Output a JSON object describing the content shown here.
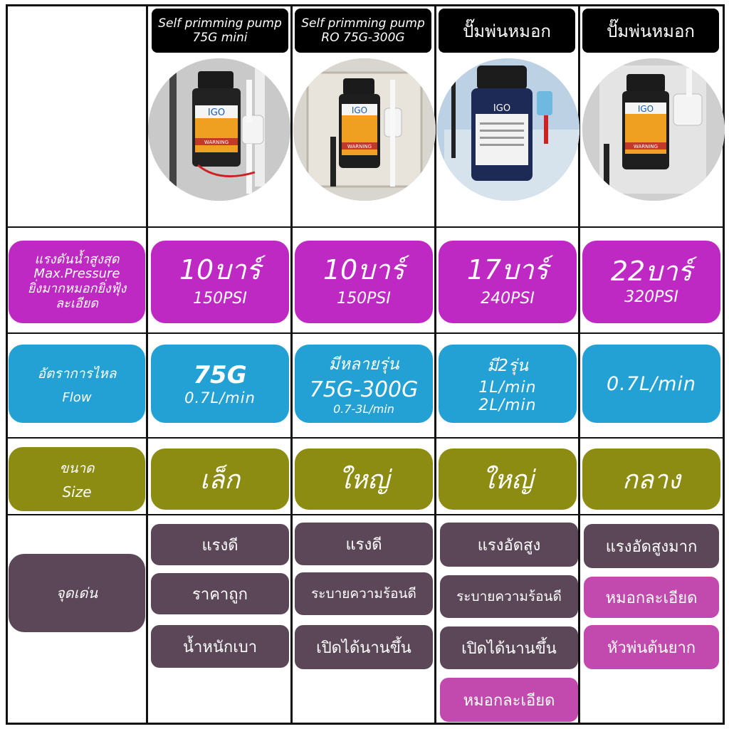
{
  "columns": [
    {
      "header": [
        "Self primming pump",
        "75G mini"
      ],
      "pressure": {
        "bar": "10บาร์",
        "psi": "150PSI"
      },
      "flow": [
        "75G",
        "0.7L/min"
      ],
      "size": "เล็ก",
      "features": [
        {
          "text": "แรงดี",
          "color": "plum"
        },
        {
          "text": "ราคาถูก",
          "color": "plum"
        },
        {
          "text": "น้ำหนักเบา",
          "color": "plum"
        }
      ]
    },
    {
      "header": [
        "Self primming pump",
        "RO 75G-300G"
      ],
      "pressure": {
        "bar": "10บาร์",
        "psi": "150PSI"
      },
      "flow": [
        "มีหลายรุ่น",
        "75G-300G",
        "0.7-3L/min"
      ],
      "size": "ใหญ่",
      "features": [
        {
          "text": "แรงดี",
          "color": "plum"
        },
        {
          "text": "ระบายความร้อนดี",
          "color": "plum"
        },
        {
          "text": "เปิดได้นานขึ้น",
          "color": "plum"
        }
      ]
    },
    {
      "header": [
        "ปั๊มพ่นหมอก"
      ],
      "pressure": {
        "bar": "17บาร์",
        "psi": "240PSI"
      },
      "flow": [
        "มี2รุ่น",
        "1L/min",
        "2L/min"
      ],
      "size": "ใหญ่",
      "features": [
        {
          "text": "แรงอัดสูง",
          "color": "plum"
        },
        {
          "text": "ระบายความร้อนดี",
          "color": "plum"
        },
        {
          "text": "เปิดได้นานขึ้น",
          "color": "plum"
        },
        {
          "text": "หมอกละเอียด",
          "color": "pink"
        }
      ]
    },
    {
      "header": [
        "ปั๊มพ่นหมอก"
      ],
      "pressure": {
        "bar": "22บาร์",
        "psi": "320PSI"
      },
      "flow": [
        "0.7L/min"
      ],
      "size": "กลาง",
      "features": [
        {
          "text": "แรงอัดสูงมาก",
          "color": "plum"
        },
        {
          "text": "หมอกละเอียด",
          "color": "pink"
        },
        {
          "text": "หัวพ่นต้นยาก",
          "color": "pink"
        }
      ]
    }
  ],
  "row_labels": {
    "pressure": [
      "แรงดันน้ำสูงสุด",
      "Max.Pressure",
      "ยิ่งมากหมอกยิ่งฟุ้ง",
      "ละเอียด"
    ],
    "flow": [
      "อัตราการไหล",
      "Flow"
    ],
    "size": [
      "ขนาด",
      "Size"
    ],
    "features": [
      "จุดเด่น"
    ]
  },
  "pump_label_text": [
    "IGO",
    "WARNING"
  ],
  "colors": {
    "pressure": "#bf29c3",
    "flow": "#24a1d4",
    "size": "#8c8b12",
    "features_plum": "#5b4758",
    "features_pink": "#c24aae"
  }
}
